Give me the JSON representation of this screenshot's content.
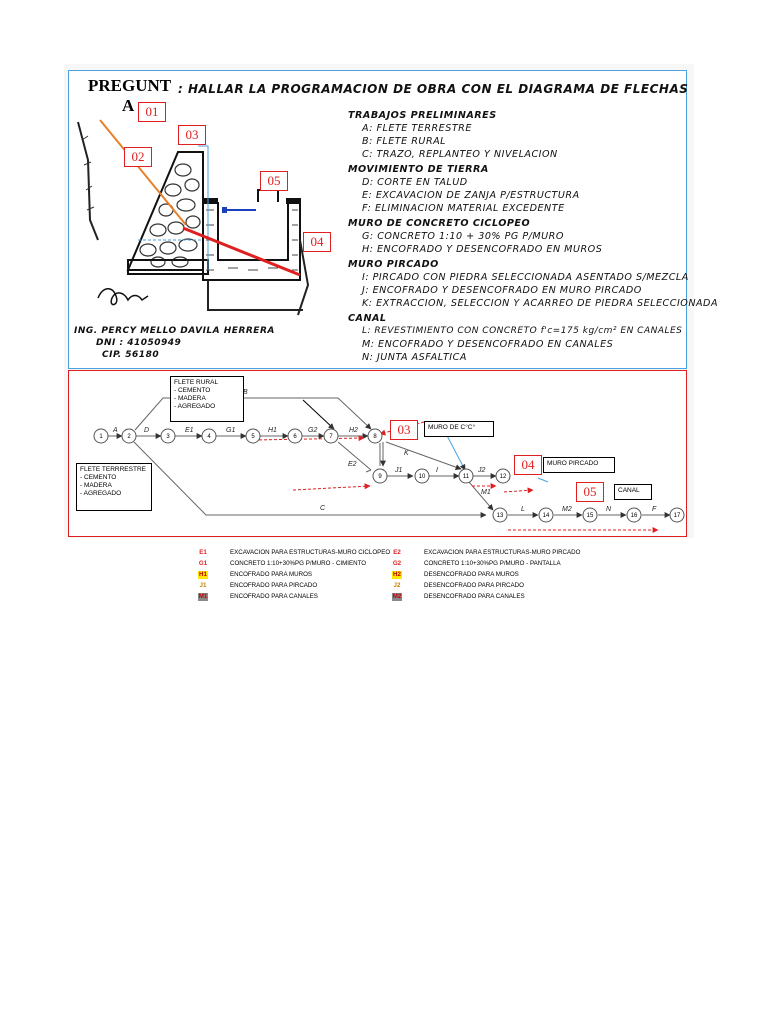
{
  "title": {
    "line1": "PREGUNT",
    "line2": "A"
  },
  "question": ": HALLAR LA PROGRAMACION DE OBRA CON EL DIAGRAMA DE FLECHAS",
  "activities": [
    {
      "section": "TRABAJOS PRELIMINARES",
      "items": [
        "A: FLETE TERRESTRE",
        "B: FLETE RURAL",
        "C: TRAZO, REPLANTEO Y NIVELACION"
      ]
    },
    {
      "section": "MOVIMIENTO DE TIERRA",
      "items": [
        "D: CORTE EN TALUD",
        "E: EXCAVACION DE ZANJA P/ESTRUCTURA",
        "F: ELIMINACION MATERIAL EXCEDENTE"
      ]
    },
    {
      "section": "MURO DE CONCRETO CICLOPEO",
      "items": [
        "G: CONCRETO 1:10 + 30% PG P/MURO",
        "H: ENCOFRADO Y DESENCOFRADO EN MUROS"
      ]
    },
    {
      "section": "MURO PIRCADO",
      "items": [
        "I: PIRCADO CON PIEDRA SELECCIONADA ASENTADO S/MEZCLA",
        "J: ENCOFRADO Y DESENCOFRADO EN MURO PIRCADO",
        "K: EXTRACCION, SELECCION Y ACARREO DE PIEDRA SELECCIONADA"
      ]
    },
    {
      "section": "CANAL",
      "items": [
        "L: REVESTIMIENTO CON CONCRETO f'c=175 kg/cm² EN CANALES",
        "M: ENCOFRADO Y DESENCOFRADO EN CANALES",
        "N: JUNTA ASFALTICA"
      ]
    }
  ],
  "engineer": {
    "name": "ING. PERCY MELLO DAVILA HERRERA",
    "dni": "DNI : 41050949",
    "cip": "CIP. 56180"
  },
  "markers": [
    "01",
    "02",
    "03",
    "04",
    "05"
  ],
  "callouts": {
    "flete_rural": {
      "title": "FLETE RURAL",
      "items": [
        "- CEMENTO",
        "- MADERA",
        "- AGREGADO"
      ]
    },
    "flete_terrestre": {
      "title": "FLETE TERRRESTRE",
      "items": [
        "- CEMENTO",
        "- MADERA",
        "- AGREGADO"
      ]
    },
    "muro_cc": "MURO DE C°C°",
    "muro_pircado": "MURO PIRCADO",
    "canal": "CANAL"
  },
  "nodes": [
    "1",
    "2",
    "3",
    "4",
    "5",
    "6",
    "7",
    "8",
    "9",
    "10",
    "11",
    "12",
    "13",
    "14",
    "15",
    "16",
    "17"
  ],
  "edge_labels": [
    "A",
    "B",
    "C",
    "D",
    "E1",
    "G1",
    "H1",
    "G2",
    "H2",
    "E2",
    "J1",
    "I",
    "J2",
    "K",
    "M1",
    "L",
    "M2",
    "N",
    "F"
  ],
  "legend": [
    {
      "code": "E1",
      "desc": "EXCAVACION PARA ESTRUCTURAS-MURO CICLOPEO",
      "color": "#e02020",
      "bg": "transparent"
    },
    {
      "code": "E2",
      "desc": "EXCAVACION PARA ESTRUCTURAS-MURO PIRCADO",
      "color": "#e02020",
      "bg": "transparent"
    },
    {
      "code": "G1",
      "desc": "CONCRETO 1:10+30%PG P/MURO - CIMIENTO",
      "color": "#e02020",
      "bg": "transparent"
    },
    {
      "code": "G2",
      "desc": "CONCRETO 1:10+30%PG P/MURO - PANTALLA",
      "color": "#e02020",
      "bg": "transparent"
    },
    {
      "code": "H1",
      "desc": "ENCOFRADO PARA MUROS",
      "color": "#c00000",
      "bg": "#ffe600"
    },
    {
      "code": "H2",
      "desc": "DESENCOFRADO PARA MUROS",
      "color": "#c00000",
      "bg": "#ffe600"
    },
    {
      "code": "J1",
      "desc": "ENCOFRADO PARA PIRCADO",
      "color": "#c08000",
      "bg": "transparent"
    },
    {
      "code": "J2",
      "desc": "DESENCOFRADO PARA PIRCADO",
      "color": "#c08000",
      "bg": "transparent"
    },
    {
      "code": "M1",
      "desc": "ENCOFRADO PARA CANALES",
      "color": "#c00000",
      "bg": "#8a8a8a"
    },
    {
      "code": "M2",
      "desc": "DESENCOFRADO PARA CANALES",
      "color": "#c00000",
      "bg": "#8a8a8a"
    }
  ]
}
